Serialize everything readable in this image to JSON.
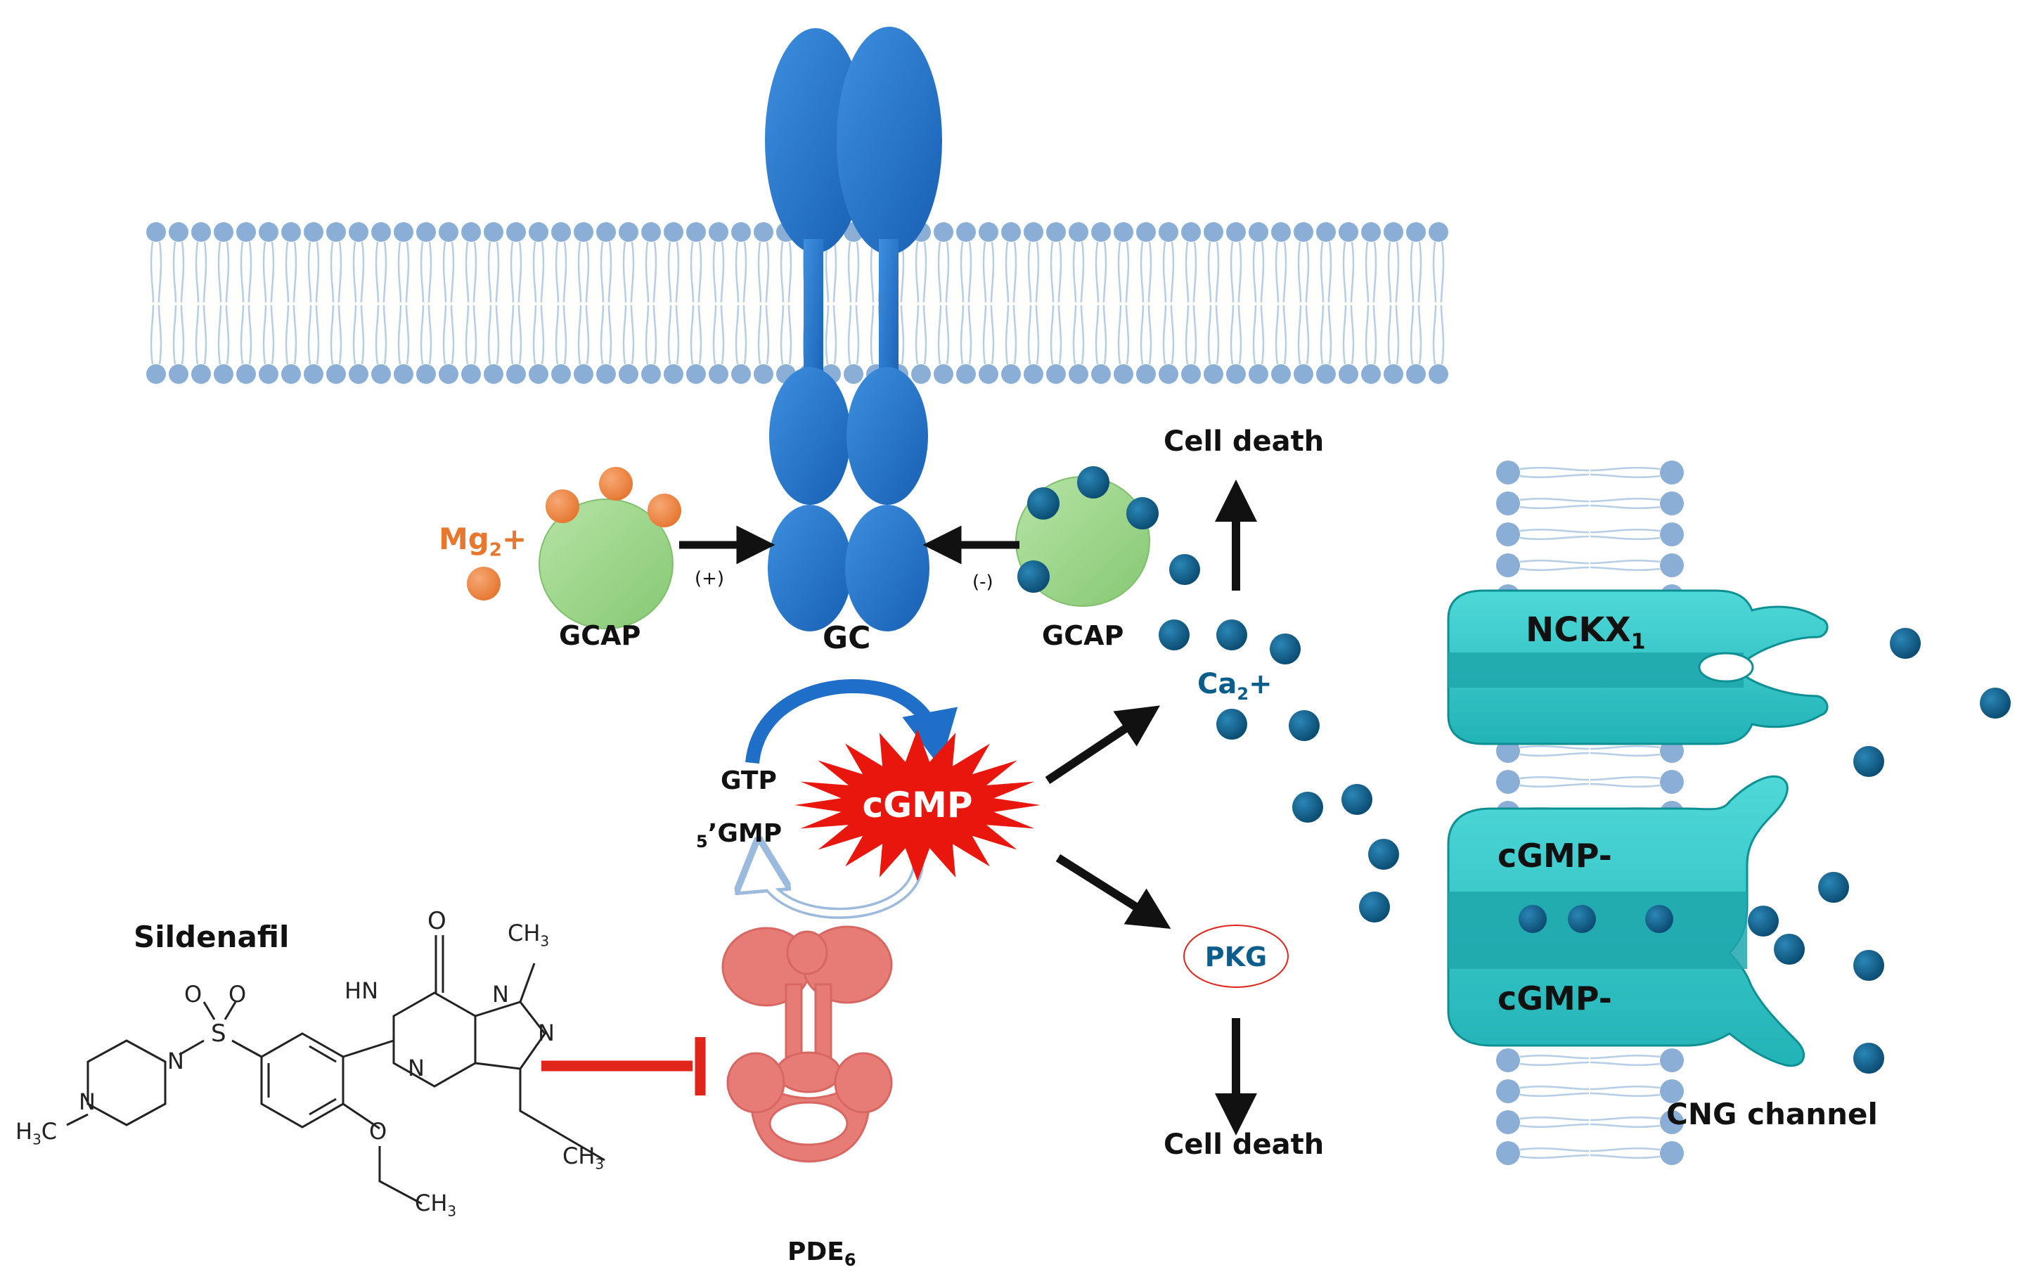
{
  "labels": {
    "gc": "GC",
    "gcap_left": "GCAP",
    "gcap_right": "GCAP",
    "mg_base": "Mg",
    "mg_sub": "2",
    "mg_sup": "+",
    "plus_effect": "(+)",
    "minus_effect": "(-)",
    "ca_base": "Ca",
    "ca_sub": "2",
    "ca_sup": "+",
    "cell_death_top": "Cell death",
    "cell_death_bottom": "Cell death",
    "gtp": "GTP",
    "five_gmp": "5’GMP",
    "five_prefix": "5",
    "gmp_rest": "’GMP",
    "cgmp": "cGMP",
    "pkg": "PKG",
    "pde_base": "PDE",
    "pde_sub": "6",
    "nckx_base": "NCKX",
    "nckx_sub": "1",
    "cgmp_top_channel": "cGMP-",
    "cgmp_bottom_channel": "cGMP-",
    "cng_channel": "CNG channel",
    "sildenafil": "Sildenafil"
  },
  "structure": {
    "o": "O",
    "ch3_top": "CH",
    "ch3_top_sub": "3",
    "n_methyl": "N",
    "hn": "HN",
    "n_right": "N",
    "n_bottom": "N",
    "s": "S",
    "o_left": "O",
    "o_right": "O",
    "n_pip_top": "N",
    "n_pip_bottom": "N",
    "h3c": "H",
    "h3c_sub": "3",
    "h3c_c": "C",
    "o_ether": "O",
    "ch3_ether": "CH",
    "ch3_ether_sub": "3",
    "ch3_propyl": "CH",
    "ch3_propyl_sub": "3"
  },
  "colors": {
    "gc_protein": "#1f6fc8",
    "membrane_head": "#8aaed6",
    "membrane_tail": "#b5cde6",
    "gcap_body": "#9ed88a",
    "mg_ion": "#f08a4b",
    "ca_ion": "#0b5e8c",
    "cgmp_burst": "#e8160c",
    "pde": "#e77c77",
    "channel": "#34c8c8",
    "inhibition": "#e0251b",
    "mg_text": "#e8772e",
    "ca_text": "#0b5e8c"
  }
}
